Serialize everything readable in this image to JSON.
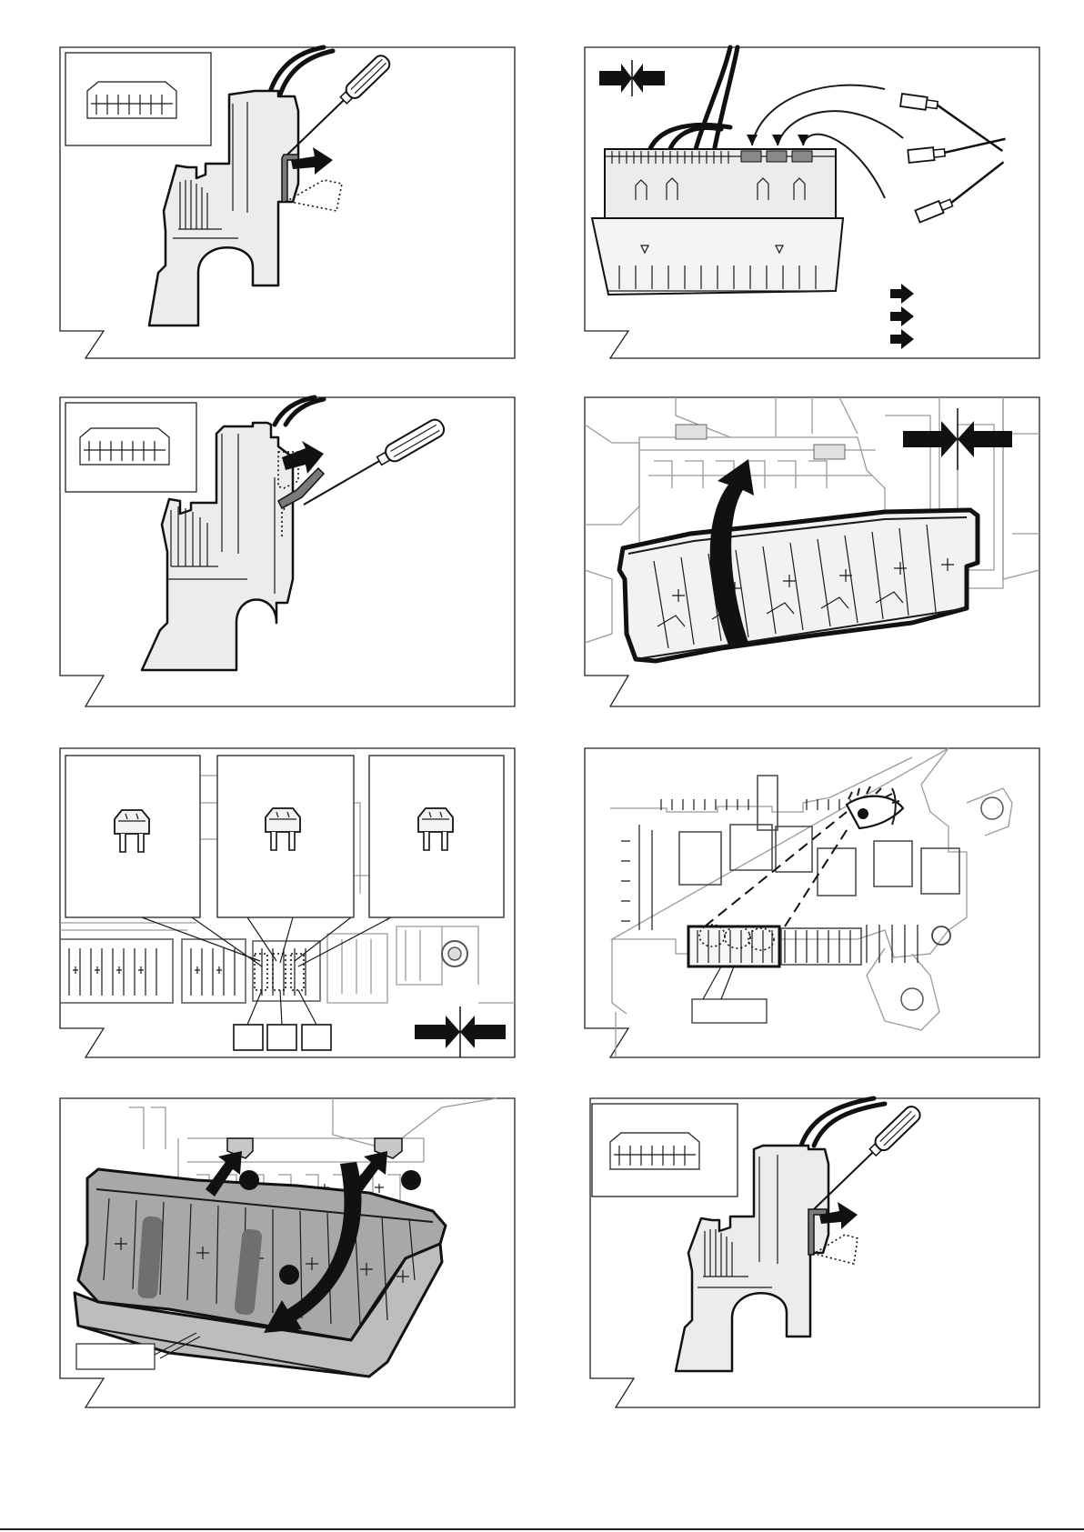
{
  "page": {
    "panels": [
      {
        "id": "release-tab-step-1",
        "inset": "fuse-block-thumbnail"
      },
      {
        "id": "reconnect-terminals",
        "arrows": 3
      },
      {
        "id": "release-tab-step-2",
        "inset": "fuse-block-thumbnail"
      },
      {
        "id": "lift-fuse-block-cover"
      },
      {
        "id": "identify-mini-fuses",
        "zoom_boxes": 3,
        "label_boxes": 3
      },
      {
        "id": "inspect-fuse-block"
      },
      {
        "id": "install-fuse-block",
        "marker_dots": 3
      },
      {
        "id": "release-tab-step-3",
        "inset": "fuse-block-thumbnail"
      }
    ],
    "colors": {
      "line": "#111111",
      "fill": "#ececec",
      "shade": "#9b9b9b",
      "background": "#ffffff"
    },
    "icons": [
      "screwdriver-icon",
      "pinch-arrows-icon",
      "eye-icon",
      "mini-fuse-icon",
      "curved-arrow-icon"
    ]
  }
}
